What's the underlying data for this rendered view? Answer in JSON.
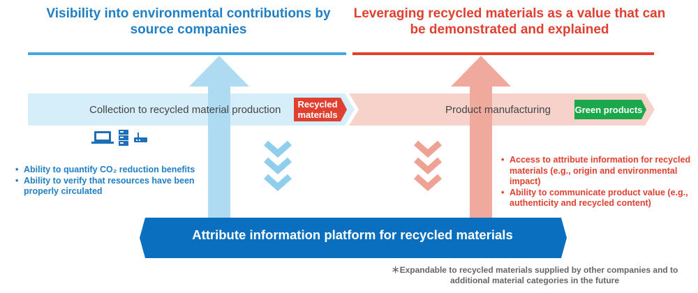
{
  "titles": {
    "left": "Visibility into environmental contributions by source companies",
    "right": "Leveraging recycled materials as a value that can be demonstrated and explained"
  },
  "flow": {
    "left_stage": "Collection to recycled material production",
    "left_tag": "Recycled materials",
    "right_stage": "Product manufacturing",
    "right_tag": "Green products"
  },
  "left_bullets": [
    "Ability to quantify CO₂ reduction benefits",
    "Ability to verify that resources have been properly circulated"
  ],
  "right_bullets": [
    "Access to attribute information for recycled materials (e.g., origin and environmental impact)",
    "Ability to communicate product value (e.g., authenticity and recycled content)"
  ],
  "bullet_markers": {
    "left": "•",
    "right": "•"
  },
  "platform_label": "Attribute information platform for recycled materials",
  "footnote": "＊Expandable to recycled materials supplied by other companies and to additional material categories in the future",
  "icons": [
    "laptop-icon",
    "server-icon",
    "router-icon"
  ],
  "colors": {
    "blue_title": "#1f7fc4",
    "red_title": "#e0402f",
    "light_blue": "#bfe4f6",
    "light_red": "#f1b3a8",
    "platform_blue": "#0a6fbf",
    "recycled_tag": "#e0402f",
    "green_tag": "#1aa84a"
  }
}
